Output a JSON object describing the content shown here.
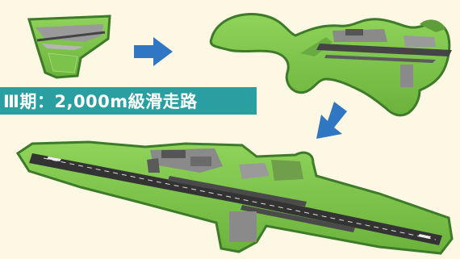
{
  "caption": {
    "text": "Ⅲ期：2,000m級滑走路"
  },
  "colors": {
    "background": "#fdf8e4",
    "caption_band": "#2a9fa1",
    "caption_text": "#ffffff",
    "arrow": "#2f77c2",
    "grass": "#7ec84a",
    "grass_edge": "#3d7a2a",
    "runway": "#3a3a3a",
    "apron": "#8a8a8a"
  },
  "stages": [
    {
      "id": "stage-1",
      "icon": "airport-small-map"
    },
    {
      "id": "stage-2",
      "icon": "airport-medium-map"
    },
    {
      "id": "stage-3",
      "icon": "airport-large-map"
    }
  ],
  "arrows": [
    {
      "id": "arrow-right",
      "icon": "arrow-right-icon"
    },
    {
      "id": "arrow-down-left",
      "icon": "arrow-down-left-icon"
    }
  ]
}
